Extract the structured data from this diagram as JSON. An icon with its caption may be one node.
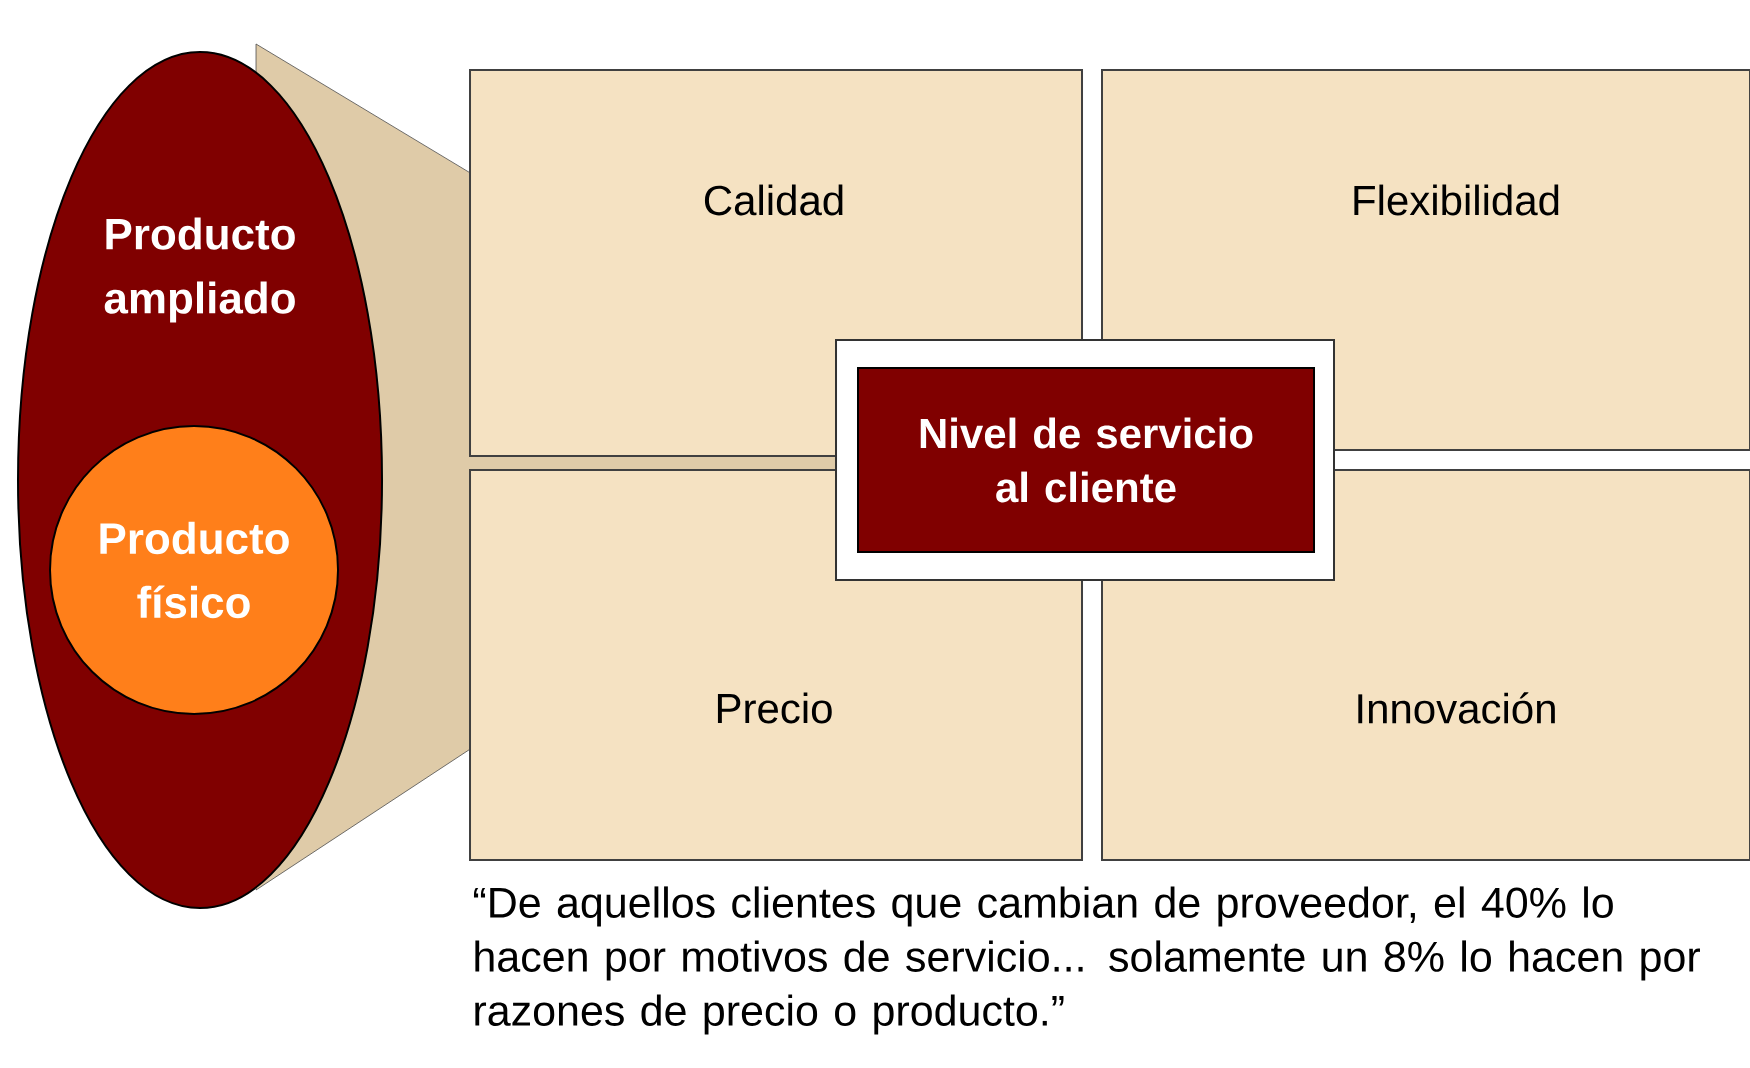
{
  "diagram": {
    "nodes": [
      {
        "text": [
          "Producto ampliado"
        ]
      },
      {
        "text": [
          "Producto físico"
        ],
        "in": 0
      },
      {
        "text": [
          "Calidad"
        ]
      },
      {
        "text": [
          "Flexibilidad"
        ]
      },
      {
        "text": [
          "Precio"
        ]
      },
      {
        "text": [
          "Innovación"
        ]
      },
      {
        "text": [
          "Nivel de servicio al cliente"
        ]
      }
    ],
    "labels": [
      "“De aquellos clientes que cambian de proveedor, el 40% lo hacen por motivos de servicio... solamente un 8% lo hacen por razones de precio o producto.”"
    ]
  }
}
